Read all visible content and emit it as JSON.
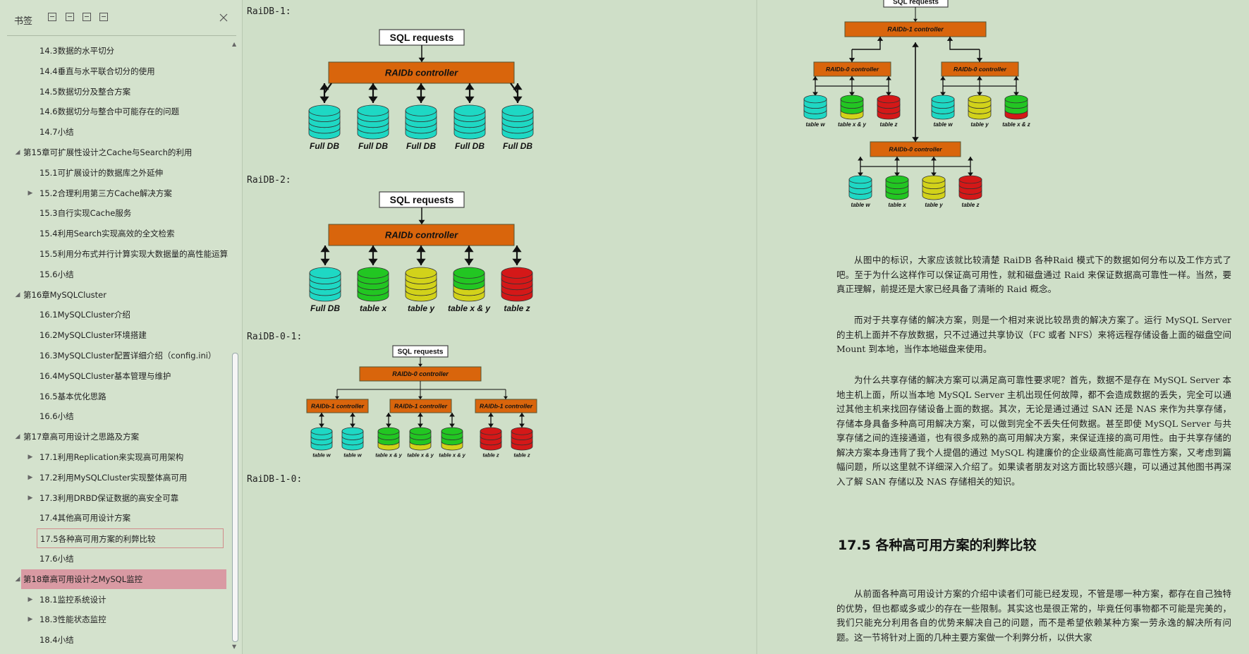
{
  "sidebar": {
    "title": "书签",
    "close_icon": "close-icon",
    "toolbar_icons": [
      "expand-all-icon",
      "collapse-all-icon",
      "add-bookmark-icon",
      "bookmark-properties-icon"
    ],
    "items": [
      {
        "label": "14.3数据的水平切分",
        "level": 2,
        "arrow": ""
      },
      {
        "label": "14.4垂直与水平联合切分的使用",
        "level": 2,
        "arrow": ""
      },
      {
        "label": "14.5数据切分及整合方案",
        "level": 2,
        "arrow": ""
      },
      {
        "label": "14.6数据切分与整合中可能存在的问题",
        "level": 2,
        "arrow": ""
      },
      {
        "label": "14.7小结",
        "level": 2,
        "arrow": ""
      },
      {
        "label": "第15章可扩展性设计之Cache与Search的利用",
        "level": 1,
        "arrow": "◢"
      },
      {
        "label": "15.1可扩展设计的数据库之外延伸",
        "level": 2,
        "arrow": ""
      },
      {
        "label": "15.2合理利用第三方Cache解决方案",
        "level": 2,
        "arrow": "▷"
      },
      {
        "label": "15.3自行实现Cache服务",
        "level": 2,
        "arrow": ""
      },
      {
        "label": "15.4利用Search实现高效的全文检索",
        "level": 2,
        "arrow": ""
      },
      {
        "label": "15.5利用分布式并行计算实现大数据量的高性能运算",
        "level": 2,
        "arrow": ""
      },
      {
        "label": "15.6小结",
        "level": 2,
        "arrow": ""
      },
      {
        "label": "第16章MySQLCluster",
        "level": 1,
        "arrow": "◢"
      },
      {
        "label": "16.1MySQLCluster介绍",
        "level": 2,
        "arrow": ""
      },
      {
        "label": "16.2MySQLCluster环境搭建",
        "level": 2,
        "arrow": ""
      },
      {
        "label": "16.3MySQLCluster配置详细介绍（config.ini）",
        "level": 2,
        "arrow": ""
      },
      {
        "label": "16.4MySQLCluster基本管理与维护",
        "level": 2,
        "arrow": ""
      },
      {
        "label": "16.5基本优化思路",
        "level": 2,
        "arrow": ""
      },
      {
        "label": "16.6小结",
        "level": 2,
        "arrow": ""
      },
      {
        "label": "第17章高可用设计之思路及方案",
        "level": 1,
        "arrow": "◢"
      },
      {
        "label": "17.1利用Replication来实现高可用架构",
        "level": 2,
        "arrow": "▷"
      },
      {
        "label": "17.2利用MySQLCluster实现整体高可用",
        "level": 2,
        "arrow": "▷"
      },
      {
        "label": "17.3利用DRBD保证数据的高安全可靠",
        "level": 2,
        "arrow": "▷"
      },
      {
        "label": "17.4其他高可用设计方案",
        "level": 2,
        "arrow": ""
      },
      {
        "label": "17.5各种高可用方案的利弊比较",
        "level": 2,
        "arrow": ""
      },
      {
        "label": "17.6小结",
        "level": 2,
        "arrow": ""
      },
      {
        "label": "第18章高可用设计之MySQL监控",
        "level": 1,
        "arrow": "◢"
      },
      {
        "label": "18.1监控系统设计",
        "level": 2,
        "arrow": "▷"
      },
      {
        "label": "18.3性能状态监控",
        "level": 2,
        "arrow": "▷"
      },
      {
        "label": "18.4小结",
        "level": 2,
        "arrow": ""
      }
    ],
    "boxed_index": 24,
    "selected_index": 26
  },
  "left_page": {
    "labels": [
      "RaiDB-1:",
      "RaiDB-2:",
      "RaiDB-0-1:",
      "RaiDB-1-0:"
    ],
    "d1": {
      "request": "SQL requests",
      "controller": "RAIDb controller",
      "dbs": [
        "Full DB",
        "Full DB",
        "Full DB",
        "Full DB",
        "Full DB"
      ]
    },
    "d2": {
      "request": "SQL requests",
      "controller": "RAIDb controller",
      "dbs": [
        "Full DB",
        "table x",
        "table y",
        "table x & y",
        "table z"
      ]
    },
    "d3": {
      "request": "SQL requests",
      "controller": "RAIDb-0 controller",
      "subcontroller": "RAIDb-1 controller",
      "tables": [
        "table w",
        "table w",
        "table x & y",
        "table x & y",
        "table x & y",
        "table z",
        "table z"
      ]
    }
  },
  "right_page": {
    "d4": {
      "request": "SQL requests",
      "top_controller": "RAIDb-1 controller",
      "sub_controller": "RAIDb-0 controller",
      "left_tables": [
        "table w",
        "table x & y",
        "table z"
      ],
      "right_tables": [
        "table w",
        "table y",
        "table x & z"
      ],
      "bottom_tables": [
        "table w",
        "table x",
        "table y",
        "table z"
      ]
    },
    "p1": "从图中的标识，大家应该就比较清楚 RaiDB 各种Raid 模式下的数据如何分布以及工作方式了吧。至于为什么这样作可以保证高可用性，就和磁盘通过 Raid 来保证数据高可靠性一样。当然，要真正理解，前提还是大家已经具备了清晰的 Raid 概念。",
    "p2": "而对于共享存储的解决方案，则是一个相对来说比较昂贵的解决方案了。运行 MySQL Server 的主机上面并不存放数据，只不过通过共享协议（FC 或者 NFS）来将远程存储设备上面的磁盘空间 Mount 到本地，当作本地磁盘来使用。",
    "p3": "为什么共享存储的解决方案可以满足高可靠性要求呢？首先，数据不是存在 MySQL Server 本地主机上面，所以当本地 MySQL Server 主机出现任何故障，都不会造成数据的丢失，完全可以通过其他主机来找回存储设备上面的数据。其次，无论是通过通过 SAN 还是 NAS 来作为共享存储，存储本身具备多种高可用解决方案，可以做到完全不丢失任何数据。甚至即使 MySQL Server 与共享存储之间的连接通道，也有很多成熟的高可用解决方案，来保证连接的高可用性。由于共享存储的解决方案本身违背了我个人提倡的通过 MySQL 构建廉价的企业级高性能高可靠性方案，又考虑到篇幅问题，所以这里就不详细深入介绍了。如果读者朋友对这方面比较感兴趣，可以通过其他图书再深入了解 SAN 存储以及 NAS 存储相关的知识。",
    "section_title": "17.5 各种高可用方案的利弊比较",
    "p4": "从前面各种高可用设计方案的介绍中读者们可能已经发现，不管是哪一种方案，都存在自己独特的优势，但也都或多或少的存在一些限制。其实这也是很正常的，毕竟任何事物都不可能是完美的，我们只能充分利用各自的优势来解决自己的问题，而不是希望依赖某种方案一劳永逸的解决所有问题。这一节将针对上面的几种主要方案做一个利弊分析，以供大家"
  },
  "colors": {
    "controller": "#d9650c",
    "cyan": "#1ed8c4",
    "green": "#22c622",
    "yellow": "#d2d21a",
    "red": "#d41818",
    "highlight": "#d99aa3"
  }
}
